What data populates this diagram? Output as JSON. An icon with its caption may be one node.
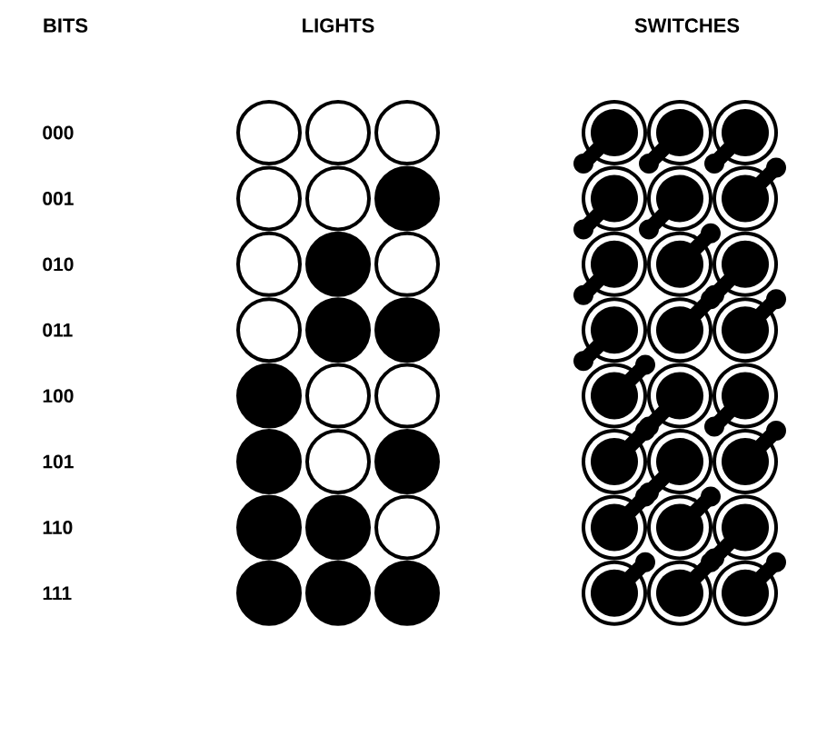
{
  "diagram": {
    "labels": [
      "BITS",
      "LIGHTS",
      "SWITCHES",
      "000",
      "001",
      "010",
      "011",
      "100",
      "101",
      "110",
      "111"
    ]
  }
}
